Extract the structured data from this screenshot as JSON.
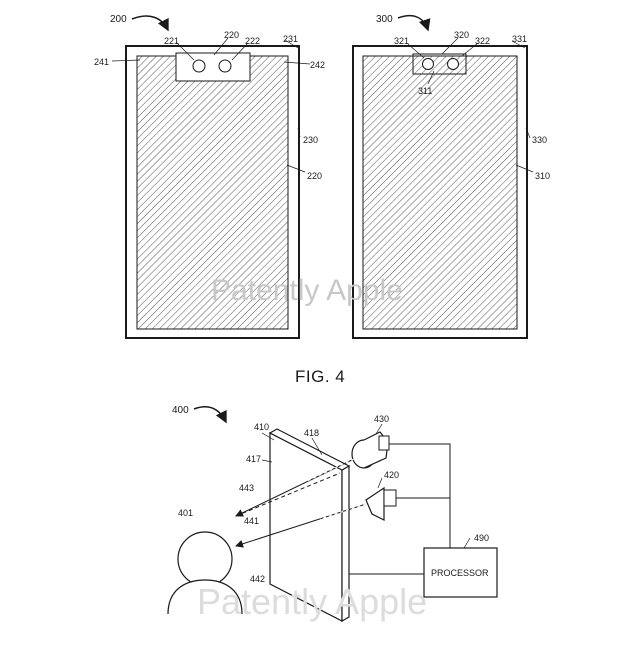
{
  "fig4": {
    "caption": "FIG. 4",
    "device_200": {
      "ref": "200",
      "labels": {
        "l221": "221",
        "l220": "220",
        "l222": "222",
        "l231": "231",
        "l241": "241",
        "l242": "242",
        "l230": "230",
        "l220b": "220"
      }
    },
    "device_300": {
      "ref": "300",
      "labels": {
        "l321": "321",
        "l320": "320",
        "l322": "322",
        "l331": "331",
        "l311": "311",
        "l330": "330",
        "l310": "310"
      }
    }
  },
  "fig5": {
    "ref": "400",
    "labels": {
      "l410": "410",
      "l418": "418",
      "l417": "417",
      "l430": "430",
      "l420": "420",
      "l443": "443",
      "l441": "441",
      "l442": "442",
      "l401": "401",
      "l490": "490"
    },
    "processor_label": "PROCESSOR"
  },
  "watermark": {
    "text_top": "Patently Apple",
    "text_bottom": "Patently Apple"
  },
  "colors": {
    "ink": "#1a1a1a",
    "watermark": "#c8c8c8"
  }
}
